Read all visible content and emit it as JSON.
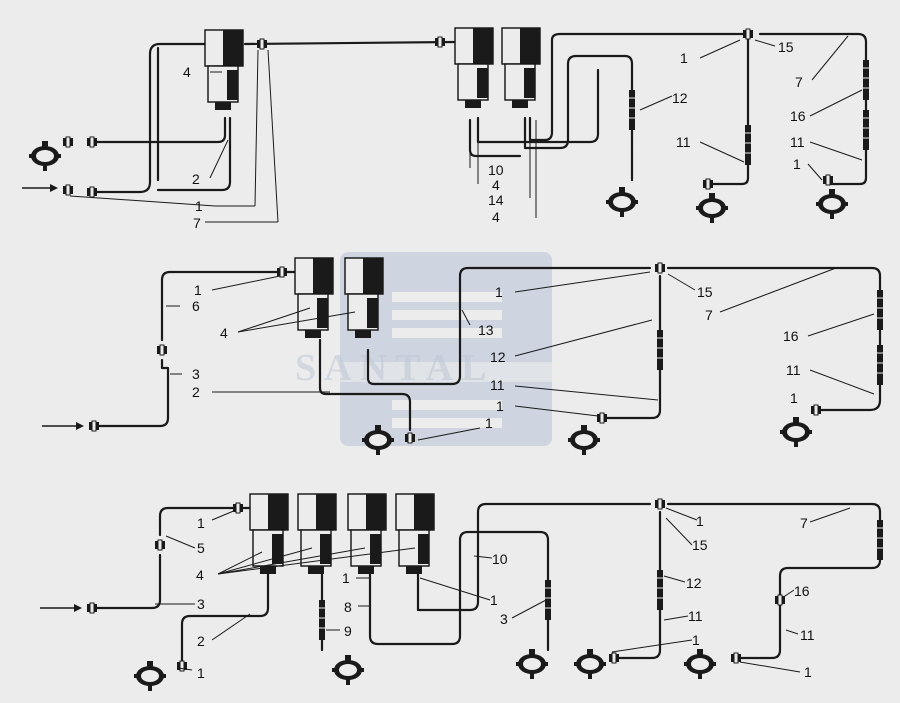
{
  "watermark": {
    "logo_text": "SANTAL",
    "color": "#9aa8c4"
  },
  "colors": {
    "line": "#1a1a1a",
    "background": "#ececec"
  },
  "diagrams": [
    {
      "id": "top",
      "callouts": [
        {
          "text": "4"
        },
        {
          "text": "2"
        },
        {
          "text": "1"
        },
        {
          "text": "7"
        },
        {
          "text": "10"
        },
        {
          "text": "4"
        },
        {
          "text": "14"
        },
        {
          "text": "4"
        },
        {
          "text": "12"
        },
        {
          "text": "1"
        },
        {
          "text": "15"
        },
        {
          "text": "7"
        },
        {
          "text": "16"
        },
        {
          "text": "11"
        },
        {
          "text": "11"
        },
        {
          "text": "1"
        }
      ]
    },
    {
      "id": "middle",
      "callouts": [
        {
          "text": "1"
        },
        {
          "text": "6"
        },
        {
          "text": "4"
        },
        {
          "text": "3"
        },
        {
          "text": "2"
        },
        {
          "text": "1"
        },
        {
          "text": "13"
        },
        {
          "text": "12"
        },
        {
          "text": "11"
        },
        {
          "text": "1"
        },
        {
          "text": "1"
        },
        {
          "text": "15"
        },
        {
          "text": "7"
        },
        {
          "text": "16"
        },
        {
          "text": "11"
        },
        {
          "text": "1"
        }
      ]
    },
    {
      "id": "bottom",
      "callouts": [
        {
          "text": "1"
        },
        {
          "text": "5"
        },
        {
          "text": "4"
        },
        {
          "text": "3"
        },
        {
          "text": "2"
        },
        {
          "text": "1"
        },
        {
          "text": "1"
        },
        {
          "text": "8"
        },
        {
          "text": "9"
        },
        {
          "text": "10"
        },
        {
          "text": "1"
        },
        {
          "text": "3"
        },
        {
          "text": "1"
        },
        {
          "text": "15"
        },
        {
          "text": "12"
        },
        {
          "text": "11"
        },
        {
          "text": "1"
        },
        {
          "text": "7"
        },
        {
          "text": "16"
        },
        {
          "text": "11"
        },
        {
          "text": "1"
        }
      ]
    }
  ]
}
